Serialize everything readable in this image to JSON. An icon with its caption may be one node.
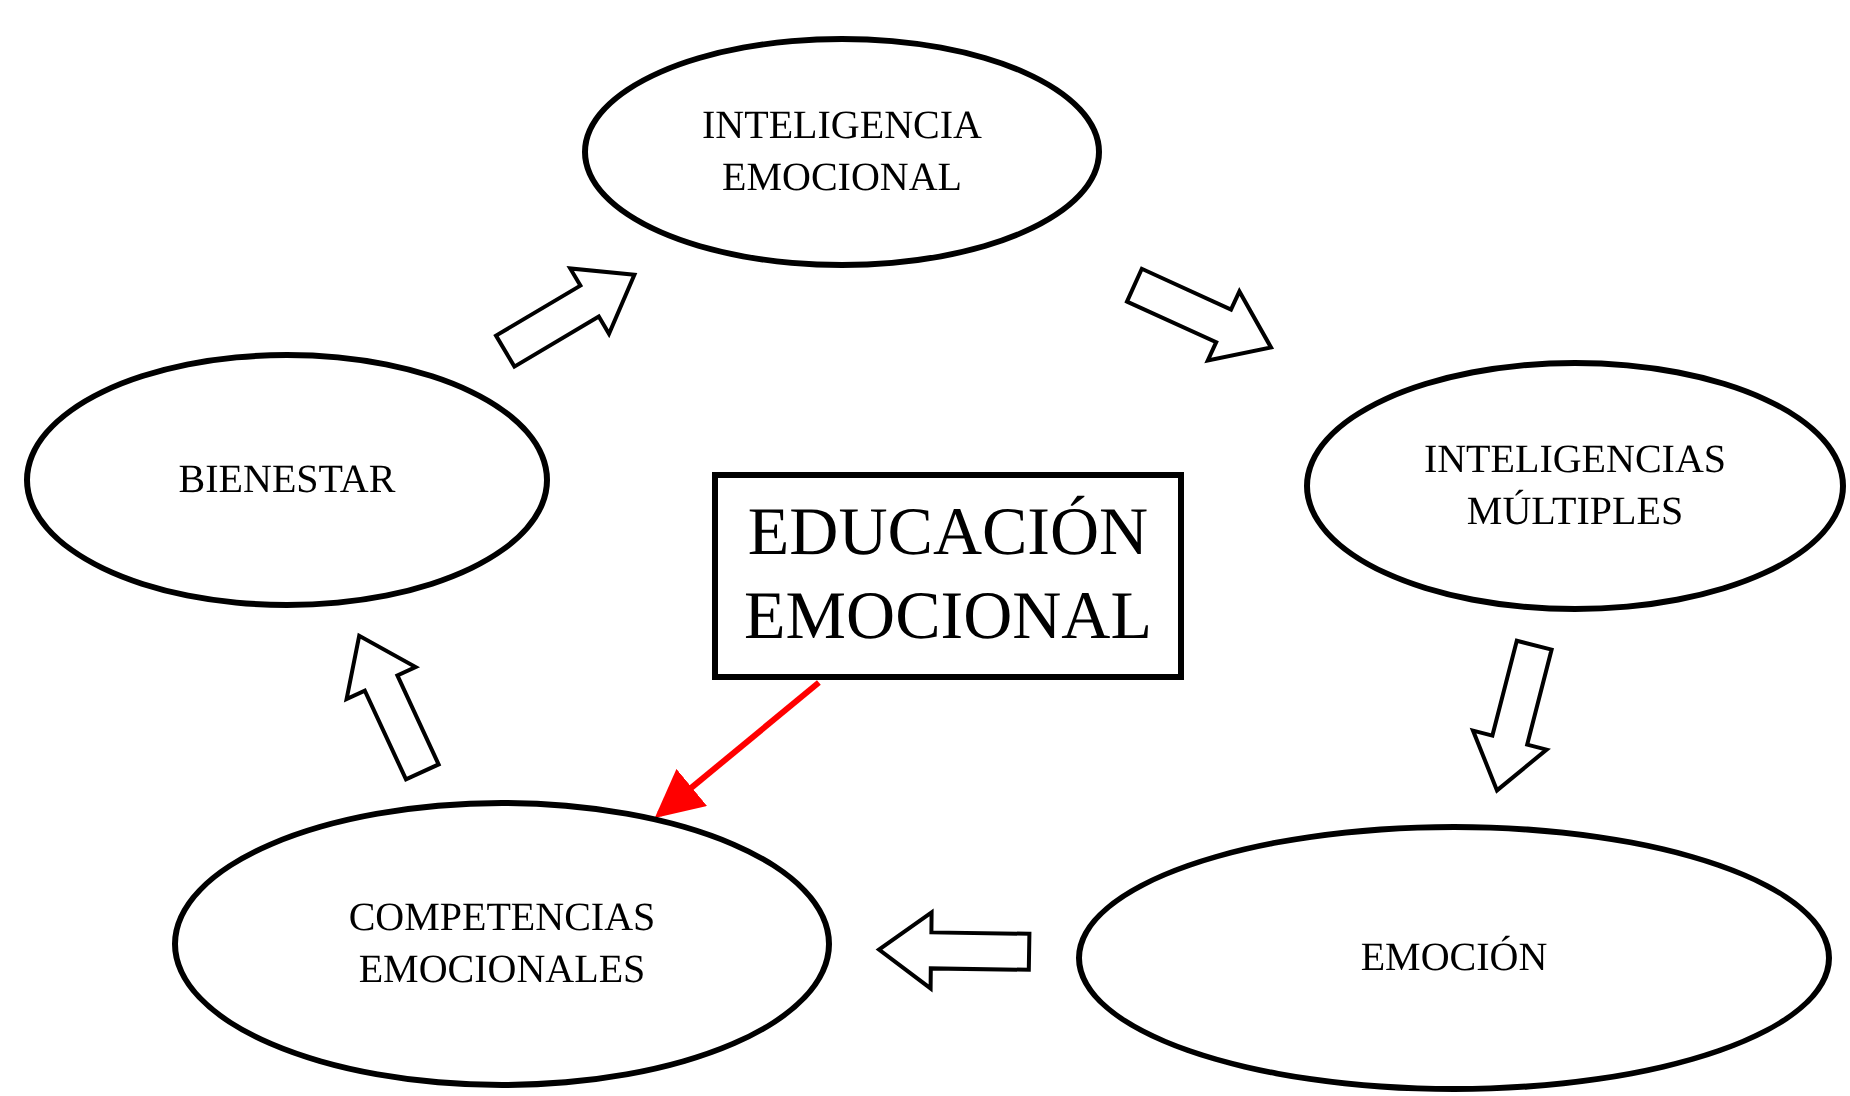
{
  "diagram": {
    "nodes": [
      {
        "text": [
          "INTELIGENCIA EMOCIONAL"
        ]
      },
      {
        "text": [
          "INTELIGENCIAS MÚLTIPLES"
        ]
      },
      {
        "text": [
          "EMOCIÓN"
        ]
      },
      {
        "text": [
          "COMPETENCIAS EMOCIONALES"
        ]
      },
      {
        "text": [
          "BIENESTAR"
        ]
      },
      {
        "text": [
          "EDUCACIÓN EMOCIONAL"
        ]
      }
    ],
    "edges": [
      {
        "from": 4,
        "to": 0,
        "arrow": "to",
        "style": "thick"
      },
      {
        "from": 0,
        "to": 1,
        "arrow": "to",
        "style": "thick"
      },
      {
        "from": 1,
        "to": 2,
        "arrow": "to",
        "style": "thick"
      },
      {
        "from": 2,
        "to": 3,
        "arrow": "to",
        "style": "thick"
      },
      {
        "from": 3,
        "to": 4,
        "arrow": "to",
        "style": "thick"
      },
      {
        "from": 5,
        "to": 3,
        "arrow": "to",
        "color": "#ff0000"
      }
    ]
  }
}
